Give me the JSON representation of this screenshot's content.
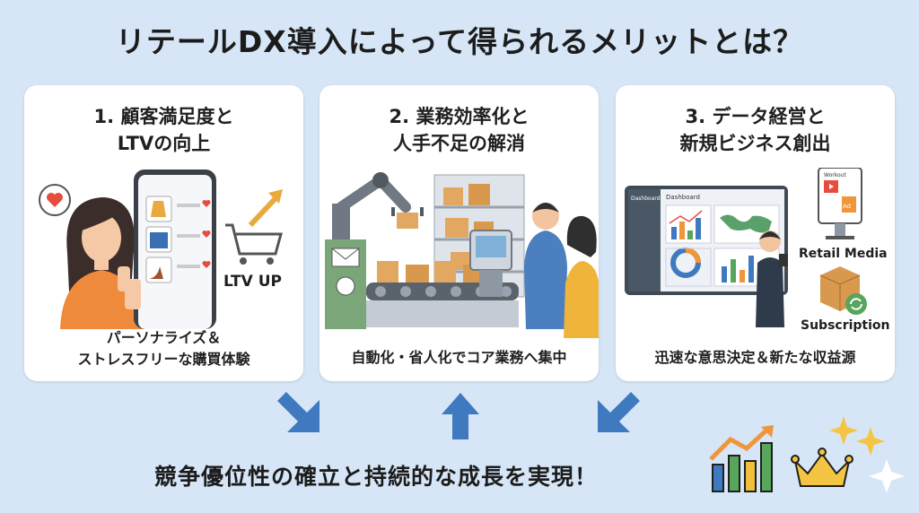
{
  "title": "リテールDX導入によって得られるメリットとは？",
  "cards": [
    {
      "title_line1": "1. 顧客満足度と",
      "title_line2": "LTVの向上",
      "badge": "LTV UP",
      "caption_line1": "パーソナライズ＆",
      "caption_line2": "ストレスフリーな購買体験"
    },
    {
      "title_line1": "2. 業務効率化と",
      "title_line2": "人手不足の解消",
      "caption_line1": "自動化・省人化でコア業務へ集中"
    },
    {
      "title_line1": "3. データ経営と",
      "title_line2": "新規ビジネス創出",
      "dashboard_label": "Dashboard",
      "dashboard_header": "Dashboard",
      "kiosk_label": "Workout",
      "kiosk_ad": "Ad",
      "retail_media_label": "Retail Media",
      "subscription_label": "Subscription",
      "caption_line1": "迅速な意思決定＆新たな収益源"
    }
  ],
  "conclusion": "競争優位性の確立と持続的な成長を実現！",
  "colors": {
    "background": "#d6e6f6",
    "card": "#ffffff",
    "arrow": "#3f7ac0",
    "accent_orange": "#f0953a"
  }
}
